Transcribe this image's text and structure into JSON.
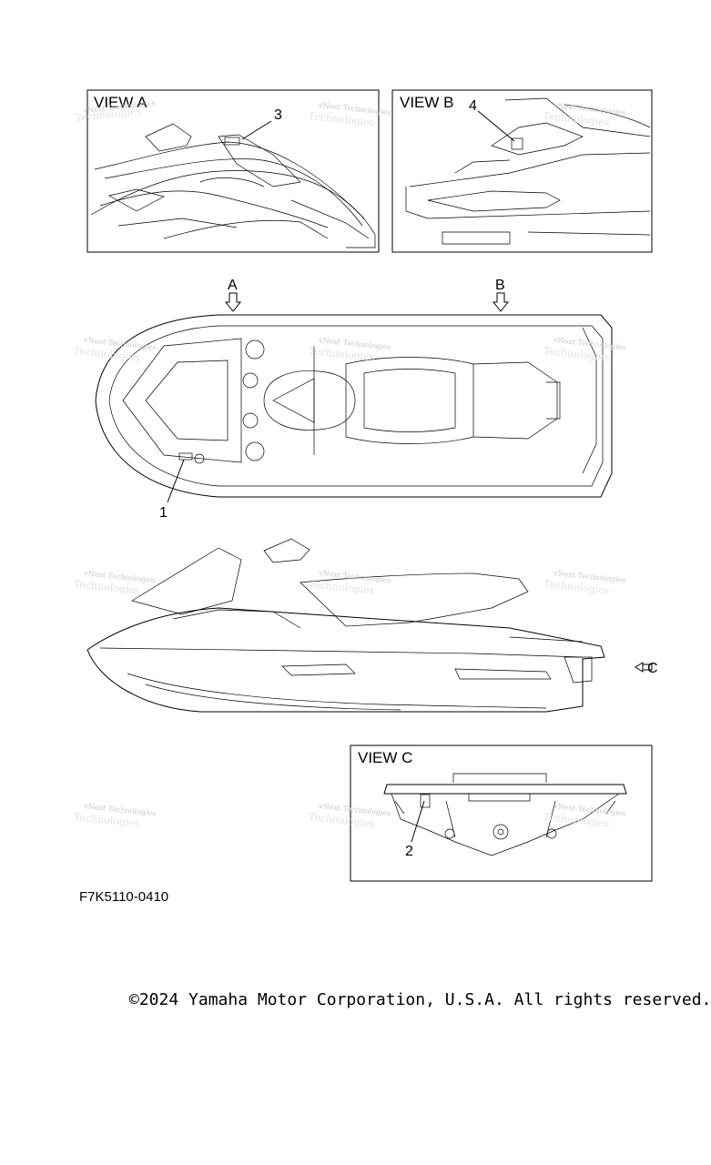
{
  "views": {
    "view_a": "VIEW A",
    "view_b": "VIEW B",
    "view_c": "VIEW C"
  },
  "callouts": {
    "c1": "1",
    "c2": "2",
    "c3": "3",
    "c4": "4"
  },
  "direction_markers": {
    "a": "A",
    "b": "B",
    "c": "C"
  },
  "watermark": {
    "line1": "vNext Technologies",
    "line2": "Technologies"
  },
  "part_code": "F7K5110-0410",
  "copyright": "©2024 Yamaha Motor Corporation, U.S.A. All rights reserved."
}
